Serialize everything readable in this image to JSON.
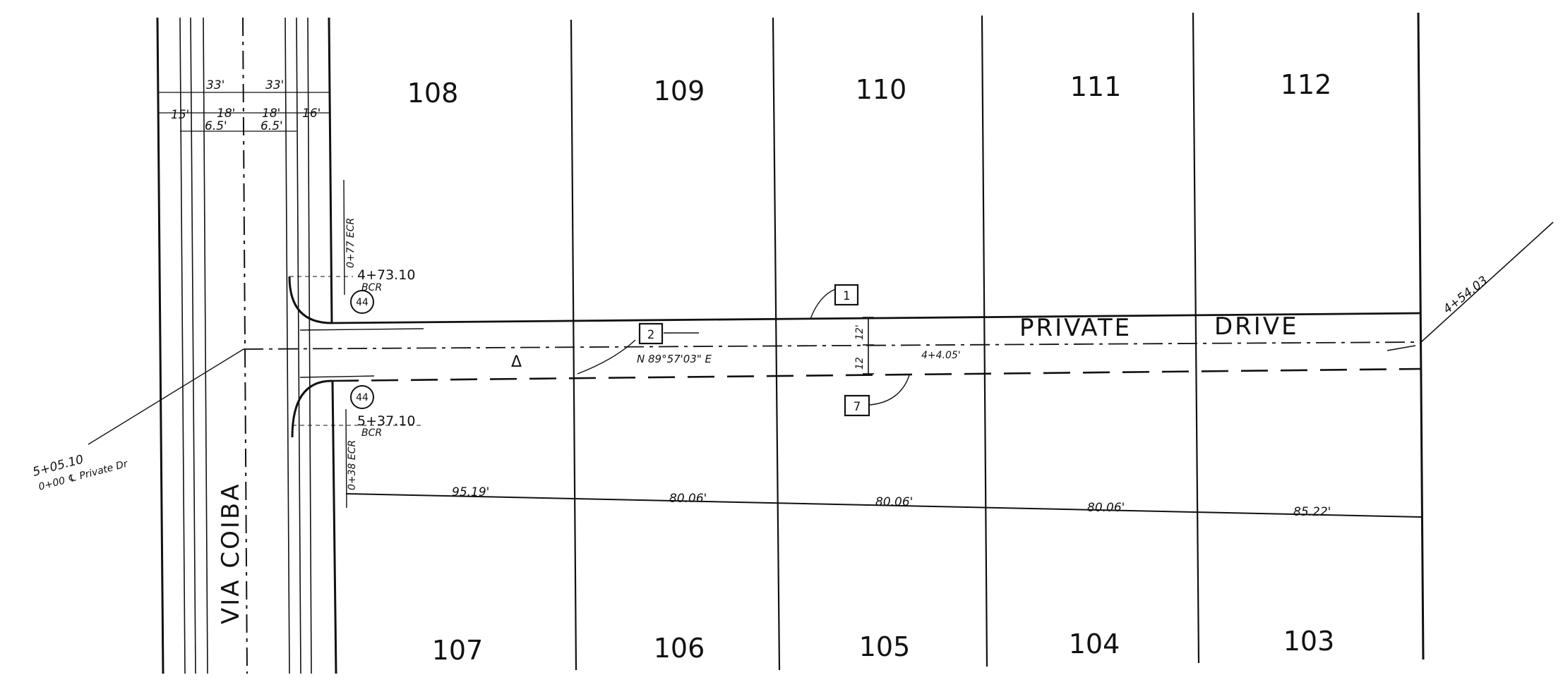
{
  "colors": {
    "ink": "#111111",
    "paper": "#ffffff",
    "faint": "#777777"
  },
  "lots_north": [
    "108",
    "109",
    "110",
    "111",
    "112"
  ],
  "lots_south": [
    "107",
    "106",
    "105",
    "104",
    "103"
  ],
  "streets": {
    "cross_street": "VIA COIBA",
    "private_word1": "PRIVATE",
    "private_word2": "DRIVE"
  },
  "row_dims": {
    "half_left": "33'",
    "half_right": "33'",
    "d1": "15'",
    "d2": "18'",
    "d3": "18'",
    "d4": "16'",
    "d5": "6.5'",
    "d6": "6.5'"
  },
  "stations": {
    "bcr_upper": "4+73.10",
    "bcr_upper_sub": "BCR",
    "bcr_lower": "5+37.10",
    "bcr_lower_sub": "BCR",
    "left_station": "5+05.10",
    "left_station_sub": "0+00 ℄ Private Dr",
    "right_end": "4+54.03",
    "mid_station": "4+4.05'",
    "ecr_upper": "0+77 ECR",
    "ecr_lower": "0+38 ECR"
  },
  "curve_labels": {
    "upper": "44",
    "lower": "44"
  },
  "bearing": "N 89°57'03\" E",
  "delta": "Δ",
  "notes": {
    "n1": "1",
    "n2": "2",
    "n7": "7"
  },
  "widths": {
    "upper": "12'",
    "lower": "12"
  },
  "frontages": [
    "95.19'",
    "80.06'",
    "80.06'",
    "80.06'",
    "85.22'"
  ]
}
